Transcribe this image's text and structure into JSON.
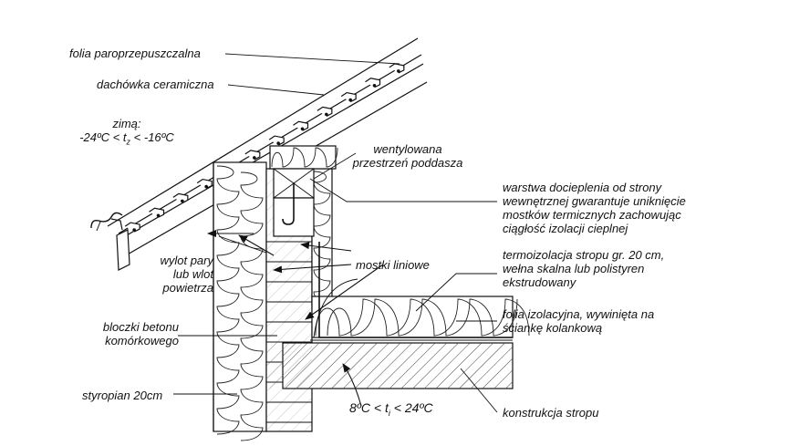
{
  "labels": {
    "folia_paro": "folia paroprzepuszczalna",
    "dachowka": "dachówka ceramiczna",
    "zima_title": "zimą:",
    "zima_range_a": "-24ºC < t",
    "zima_sub": "z",
    "zima_range_b": " < -16ºC",
    "went_1": "wentylowana",
    "went_2": "przestrzeń poddasza",
    "warstwa_1": "warstwa docieplenia od strony",
    "warstwa_2": "wewnętrznej gwarantuje uniknięcie",
    "warstwa_3": "mostków termicznych zachowując",
    "warstwa_4": "ciągłość izolacji cieplnej",
    "wylot_1": "wylot pary",
    "wylot_2": "lub wlot",
    "wylot_3": "powietrza",
    "mostki": "mostki liniowe",
    "termo_1": "termoizolacja stropu gr. 20 cm,",
    "termo_2": "wełna skalna lub polistyren",
    "termo_3": "ekstrudowany",
    "folia_izo_1": "folia izolacyjna, wywinięta na",
    "folia_izo_2": "ściankę kolankową",
    "bloczki_1": "bloczki betonu",
    "bloczki_2": "komórkowego",
    "styropian": "styropian 20cm",
    "wew_range_a": "8ºC < t",
    "wew_sub": "i",
    "wew_range_b": " < 24ºC",
    "konstrukcja": "konstrukcja stropu"
  },
  "colors": {
    "line": "#111111",
    "hatch": "#555555",
    "paper": "#ffffff"
  }
}
